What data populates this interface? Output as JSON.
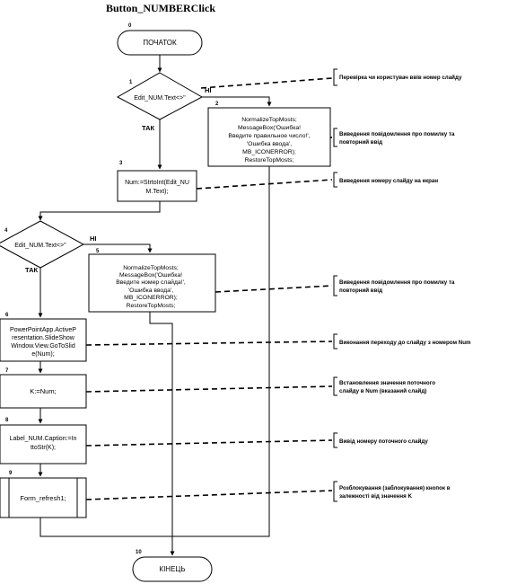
{
  "title": "Button_NUMBERClick",
  "nodes": {
    "start": {
      "num": "0",
      "text": [
        "ПОЧАТОК"
      ]
    },
    "cond1": {
      "num": "1",
      "text": [
        "Edit_NUM.Text<>''"
      ]
    },
    "err1": {
      "num": "2",
      "text": [
        "NormalizeTopMosts;",
        "MessageBox('Ошибка!",
        "Введите правильное число!',",
        "'Ошибка ввода',",
        "MB_ICONERROR);",
        "RestoreTopMosts;"
      ]
    },
    "assign": {
      "num": "3",
      "text": [
        "Num:=StrtoInt(Edit_NU",
        "M.Text);"
      ]
    },
    "cond2": {
      "num": "4",
      "text": [
        "Edit_NUM.Text<>''"
      ]
    },
    "err2": {
      "num": "5",
      "text": [
        "NormalizeTopMosts;",
        "MessageBox('Ошибка!",
        "Введите номер слайда!',",
        "'Ошибка ввода',",
        "MB_ICONERROR);",
        "RestoreTopMosts;"
      ]
    },
    "goto": {
      "num": "6",
      "text": [
        "PowerPointApp.ActiveP",
        "resentation.SlideShow",
        "Window.View.GoToSlid",
        "e(Num);"
      ]
    },
    "setk": {
      "num": "7",
      "text": [
        "K:=Num;"
      ]
    },
    "caption": {
      "num": "8",
      "text": [
        "Label_NUM.Caption:=In",
        "ttoStr(K);"
      ]
    },
    "refresh": {
      "num": "9",
      "text": [
        "Form_refresh1;"
      ]
    },
    "end": {
      "num": "10",
      "text": [
        "КІНЕЦЬ"
      ]
    }
  },
  "labels": {
    "yes1": "ТАК",
    "no1": "НІ",
    "yes2": "ТАК",
    "no2": "НІ"
  },
  "notes": {
    "n1": [
      "Перевірка чи користувач ввів номер слайду"
    ],
    "n2": [
      "Виведення повідомлення про помилку та",
      "повторний ввід"
    ],
    "n3": [
      "Виведення номеру слайду на екран"
    ],
    "n4": [
      "Виведення повідомлення про помилку та",
      "повторний ввід"
    ],
    "n5": [
      "Виконання переходу до слайду з номером Num"
    ],
    "n6": [
      "Встановлення значення поточного",
      "слайду в Num (вказаний слайд)"
    ],
    "n7": [
      "Вивід номеру поточного слайду"
    ],
    "n8": [
      "Розблокування (заблокування) кнопок в",
      "залежності від значення K"
    ]
  }
}
